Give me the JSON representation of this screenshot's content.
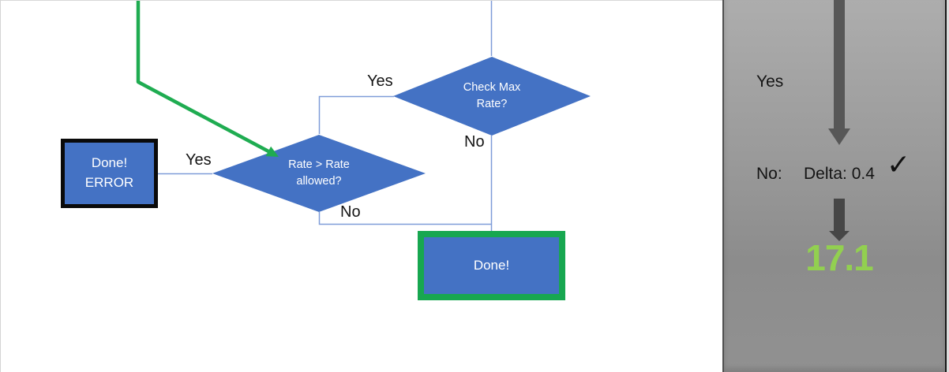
{
  "flowchart": {
    "error_box": {
      "line1": "Done!",
      "line2": "ERROR"
    },
    "decision_max": {
      "line1": "Check Max",
      "line2": "Rate?"
    },
    "decision_rate": {
      "line1": "Rate > Rate",
      "line2": "allowed?"
    },
    "done_box": {
      "label": "Done!"
    },
    "branch_labels": {
      "rate_yes": "Yes",
      "rate_no": "No",
      "max_yes": "Yes",
      "max_no": "No"
    }
  },
  "side_panel": {
    "yes_label": "Yes",
    "no_label": "No:",
    "delta_value": "Delta: 0.4",
    "checkmark": "✓",
    "result_value": "17.1"
  },
  "colors": {
    "shape_blue": "#4472C4",
    "connector_blue": "#7E9CD8",
    "flow_arrow_green": "#1FAC51",
    "done_border_green": "#17A750",
    "result_green": "#92D050",
    "long_arrow_gray": "#575757",
    "short_arrow_gray": "#464646",
    "panel_gray_top": "#ADADAD",
    "panel_gray_bottom": "#8C8C8C"
  }
}
